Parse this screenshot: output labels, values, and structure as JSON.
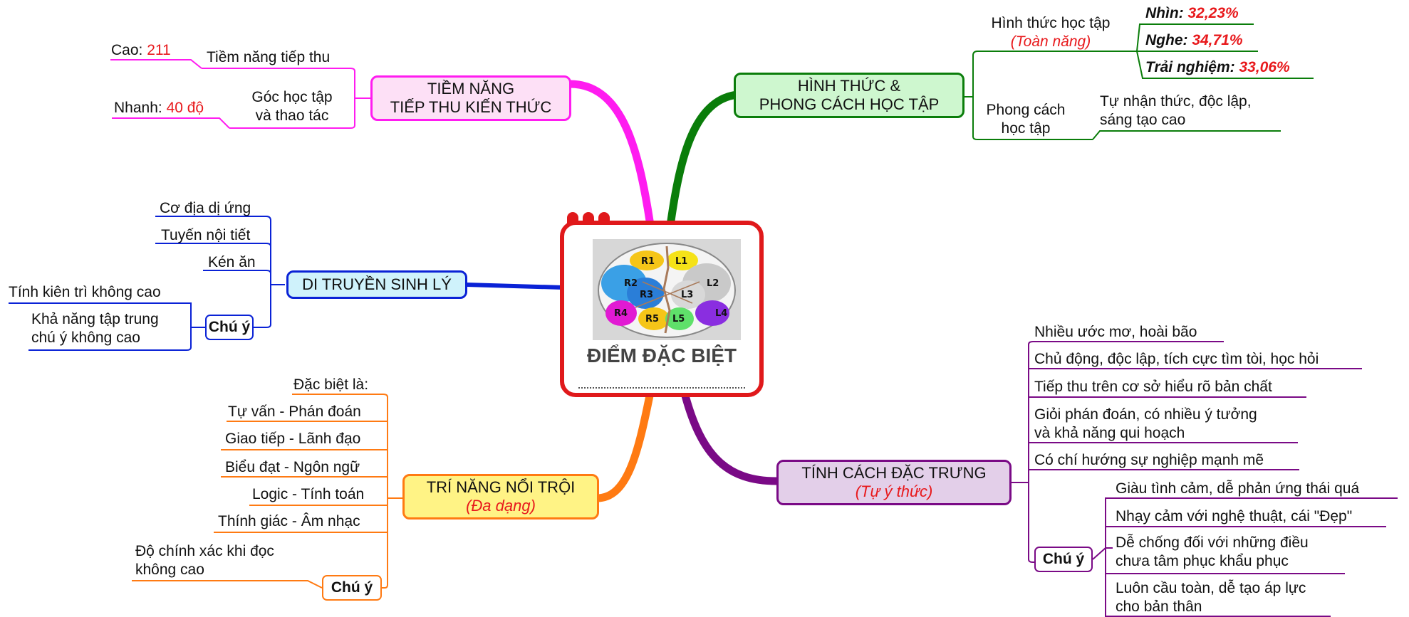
{
  "center": {
    "title": "ĐIỂM ĐẶC BIỆT",
    "image_labels": [
      "R1",
      "L1",
      "R2",
      "L2",
      "R3",
      "L3",
      "R4",
      "L4",
      "R5",
      "L5"
    ]
  },
  "tiem_nang": {
    "title_line1": "TIỀM NĂNG",
    "title_line2": "TIẾP THU KIẾN THỨC",
    "item1": "Tiềm năng tiếp thu",
    "item1_sub_label": "Cao: ",
    "item1_sub_value": "211",
    "item2_line1": "Góc học tập",
    "item2_line2": "và thao tác",
    "item2_sub_label": "Nhanh: ",
    "item2_sub_value": "40 độ"
  },
  "di_truyen": {
    "title": "DI TRUYỀN SINH LÝ",
    "items": [
      "Cơ địa dị ứng",
      "Tuyến nội tiết",
      "Kén ăn"
    ],
    "note": "Chú ý",
    "note_items": [
      "Tính kiên trì không cao",
      "Khả năng tập trung",
      "chú ý không cao"
    ]
  },
  "tri_nang": {
    "title": "TRÍ NĂNG NỔI TRỘI",
    "subtitle": "(Đa dạng)",
    "items": [
      "Đặc biệt là:",
      "Tự vấn - Phán đoán",
      "Giao tiếp - Lãnh đạo",
      "Biểu đạt - Ngôn ngữ",
      "Logic - Tính toán",
      "Thính giác - Âm nhạc"
    ],
    "note": "Chú ý",
    "note_items": [
      "Độ chính xác khi đọc",
      "không cao"
    ]
  },
  "hinh_thuc": {
    "title_line1": "HÌNH THỨC &",
    "title_line2": "PHONG CÁCH HỌC TẬP",
    "sub1": "Hình thức học tập",
    "sub1_note": "(Toàn năng)",
    "leaves": [
      {
        "label": "Nhìn: ",
        "value": "32,23%"
      },
      {
        "label": "Nghe: ",
        "value": "34,71%"
      },
      {
        "label": "Trải nghiệm: ",
        "value": "33,06%"
      }
    ],
    "sub2_line1": "Phong cách",
    "sub2_line2": "học tập",
    "sub2_leaf_line1": "Tự nhận thức, độc lập,",
    "sub2_leaf_line2": "sáng tạo cao"
  },
  "tinh_cach": {
    "title": "TÍNH CÁCH ĐẶC TRƯNG",
    "subtitle": "(Tự ý thức)",
    "items": [
      "Nhiều ước mơ, hoài bão",
      "Chủ động, độc lập, tích cực tìm tòi, học hỏi",
      "Tiếp thu trên cơ sở hiểu rõ bản chất",
      "Giỏi phán đoán, có nhiều ý tưởng",
      "và khả năng qui hoạch",
      "Có chí hướng sự nghiệp mạnh mẽ"
    ],
    "note": "Chú ý",
    "note_items": [
      "Giàu tình cảm, dễ phản ứng thái quá",
      "Nhạy cảm với nghệ thuật, cái \"Đẹp\"",
      "Dễ chống đối với những điều",
      "chưa tâm phục khẩu phục",
      "Luôn cầu toàn, dễ tạo áp lực",
      "cho bản thân"
    ]
  },
  "colors": {
    "magenta": "#ff1cf0",
    "green": "#0a7d0a",
    "blue": "#0a22d6",
    "orange": "#ff7a12",
    "purple": "#7a0a86",
    "red": "#e0191b"
  }
}
